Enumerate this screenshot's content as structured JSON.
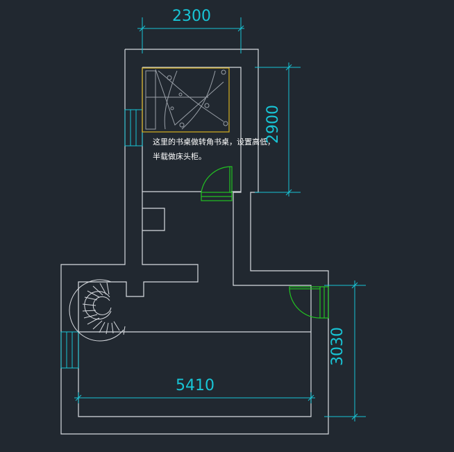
{
  "drawing": {
    "background": "#212830",
    "wall_color": "#d8dbe0",
    "dimension_color": "#18c5d6",
    "door_color": "#22c322",
    "bed_frame_color": "#d8b020",
    "furniture_color": "#9aa0a8"
  },
  "dimensions": {
    "top_width": "2300",
    "right_upper_height": "2900",
    "right_lower_height": "3030",
    "bottom_width": "5410"
  },
  "annotation": {
    "line1": "这里的书桌做转角书桌，设置高低，",
    "line2": "半载做床头柜。"
  }
}
